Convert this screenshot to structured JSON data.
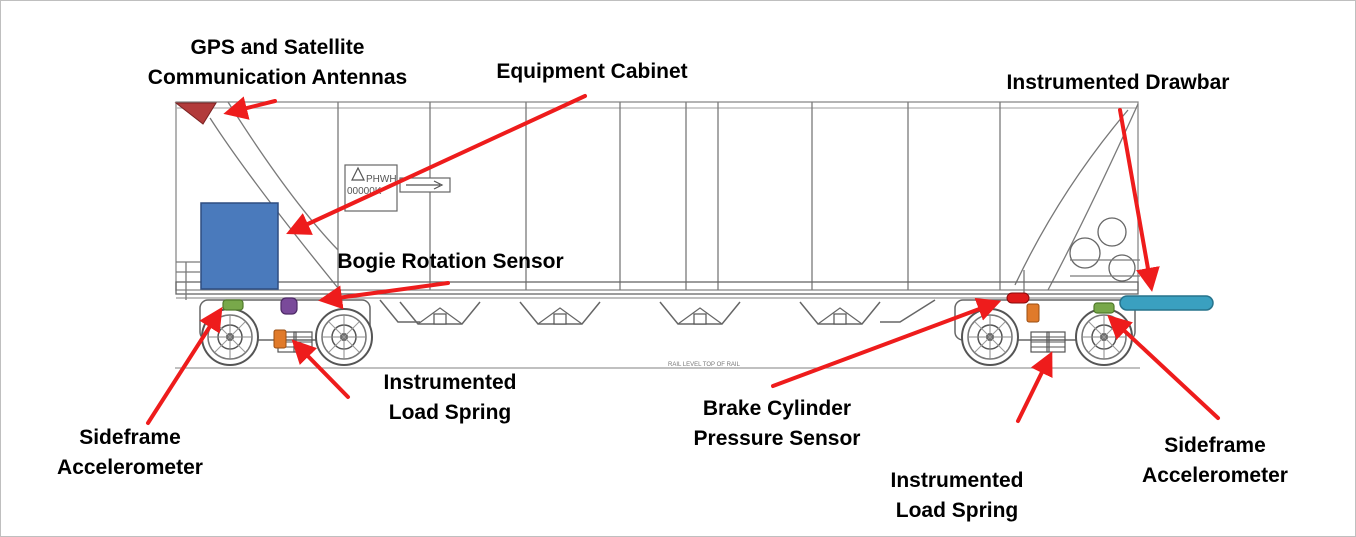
{
  "labels": {
    "gps_antennas": [
      "GPS and Satellite",
      "Communication Antennas"
    ],
    "equipment_cabinet": [
      "Equipment Cabinet"
    ],
    "instrumented_drawbar": [
      "Instrumented Drawbar"
    ],
    "bogie_rotation_sensor": [
      "Bogie Rotation Sensor"
    ],
    "load_spring_left": [
      "Instrumented",
      "Load Spring"
    ],
    "sideframe_accel_left": [
      "Sideframe",
      "Accelerometer"
    ],
    "brake_cylinder_sensor": [
      "Brake Cylinder",
      "Pressure Sensor"
    ],
    "load_spring_right": [
      "Instrumented",
      "Load Spring"
    ],
    "sideframe_accel_right": [
      "Sideframe",
      "Accelerometer"
    ]
  },
  "wagon_markings": {
    "code": "PHWH",
    "number": "00000K",
    "rail_note": "RAIL LEVEL TOP OF RAIL"
  },
  "colors": {
    "arrow": "#ee1c1c",
    "cabinet": "#4a7abc",
    "antenna": "#b23b3b",
    "drawbar": "#3aa0c0",
    "accelerometer": "#78a84a",
    "bogie_sensor": "#7a4a9a",
    "load_spring": "#e07a2a",
    "brake_sensor": "#e01a1a",
    "line_art": "#7a7a7a"
  }
}
